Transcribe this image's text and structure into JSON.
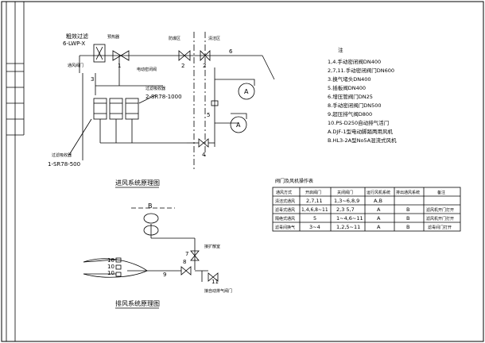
{
  "intake": {
    "title": "进风系统原理图",
    "top_label": "6-LWP-X",
    "top_tag": "粗效过滤",
    "heater_tag": "预热器",
    "nums": [
      "1",
      "2",
      "2",
      "3",
      "4",
      "5",
      "6"
    ],
    "left_tag": "通风阀门",
    "elec_tag": "电动密闭阀",
    "mid_tag1": "防爆区",
    "mid_tag2": "清洁区",
    "filter_tag_r": "过滤吸收器",
    "filter_label_r": "2-SR78-1000",
    "filter_tag_l": "过滤吸收器",
    "filter_label_l": "1-SR78-500",
    "fan": "A"
  },
  "exhaust": {
    "title": "排风系统原理图",
    "fan": "B",
    "nums": [
      "7",
      "8",
      "9",
      "10",
      "11"
    ],
    "tag1": "接扩散室",
    "tag2": "接自动排气阀门"
  },
  "notes": {
    "heading": "注",
    "items": [
      "1,4.手动密闭阀DN400",
      "2,7,11.手动密闭阀门DN600",
      "3.换气堵头DN400",
      "5.插板阀DN400",
      "6.增压管阀门DN25",
      "8.手动密闭阀门DN500",
      "9.超压排气阀D800",
      "10.PS-D250自动排气活门",
      "A.DJF-1型电动脚踏两用风机",
      "B.HL3-2A型No5A混流式风机"
    ]
  },
  "table": {
    "title": "阀门及风机操作表",
    "headers": [
      "通风方式",
      "开启阀门",
      "关闭阀门",
      "运行风机系统",
      "排出通风系统",
      "备注"
    ],
    "rows": [
      [
        "清洁式通风",
        "2,7,11",
        "1,3~6,8,9",
        "A,B",
        "",
        ""
      ],
      [
        "滤毒式通风",
        "1,4,6,8~11",
        "2,3 5,7",
        "A",
        "B",
        "滤风机开门打开"
      ],
      [
        "隔绝式通风",
        "5",
        "1~4,6~11",
        "A",
        "B",
        "滤风机开门打开"
      ],
      [
        "滤毒间换气",
        "3~4",
        "1,2,5~11",
        "A",
        "B",
        "滤毒间门打开"
      ]
    ]
  }
}
